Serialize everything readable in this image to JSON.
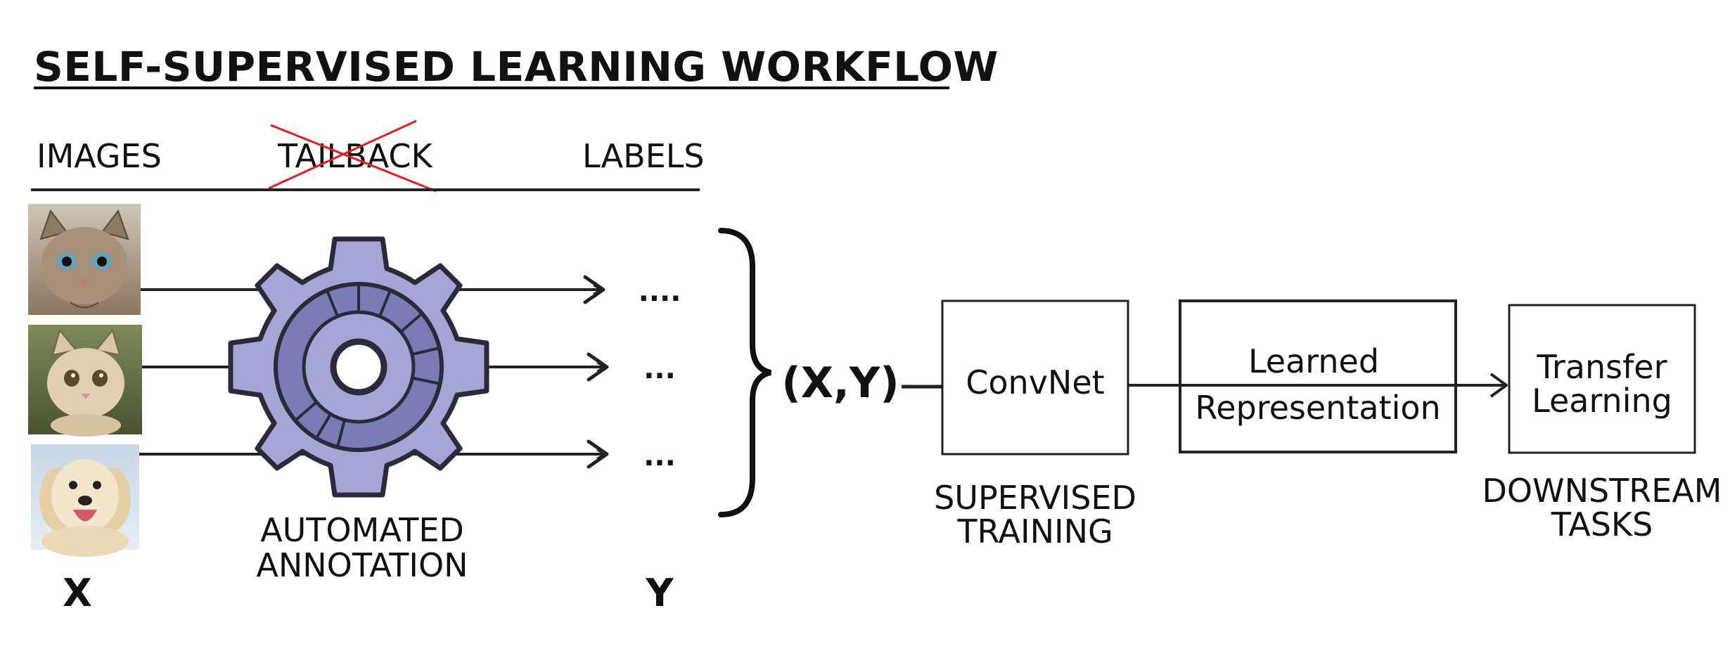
{
  "title": "SELF-SUPERVISED LEARNING WORKFLOW",
  "headers": {
    "images": "IMAGES",
    "tailback": "TAILBACK",
    "labels": "LABELS"
  },
  "images": [
    {
      "name": "cat-photo",
      "subject": "tabby cat"
    },
    {
      "name": "kitten-photo",
      "subject": "kitten"
    },
    {
      "name": "dog-photo",
      "subject": "golden retriever"
    }
  ],
  "label_placeholders": [
    "....",
    "...",
    "..."
  ],
  "gear": {
    "icon": "gear-icon",
    "caption_line1": "AUTOMATED",
    "caption_line2": "ANNOTATION",
    "fill_color": "#a6a6d6",
    "inner_color": "#7b7bb6",
    "stroke_color": "#2a2a3a"
  },
  "x_label": "X",
  "y_label": "Y",
  "pair_label": "(X,Y)",
  "boxes": {
    "convnet": "ConvNet",
    "learned_line1": "Learned",
    "learned_line2": "Representation",
    "transfer_line1": "Transfer",
    "transfer_line2": "Learning"
  },
  "captions": {
    "supervised_line1": "SUPERVISED",
    "supervised_line2": "TRAINING",
    "downstream_line1": "DOWNSTREAM",
    "downstream_line2": "TASKS"
  },
  "colors": {
    "line": "#222222",
    "strike": "#e02020"
  }
}
